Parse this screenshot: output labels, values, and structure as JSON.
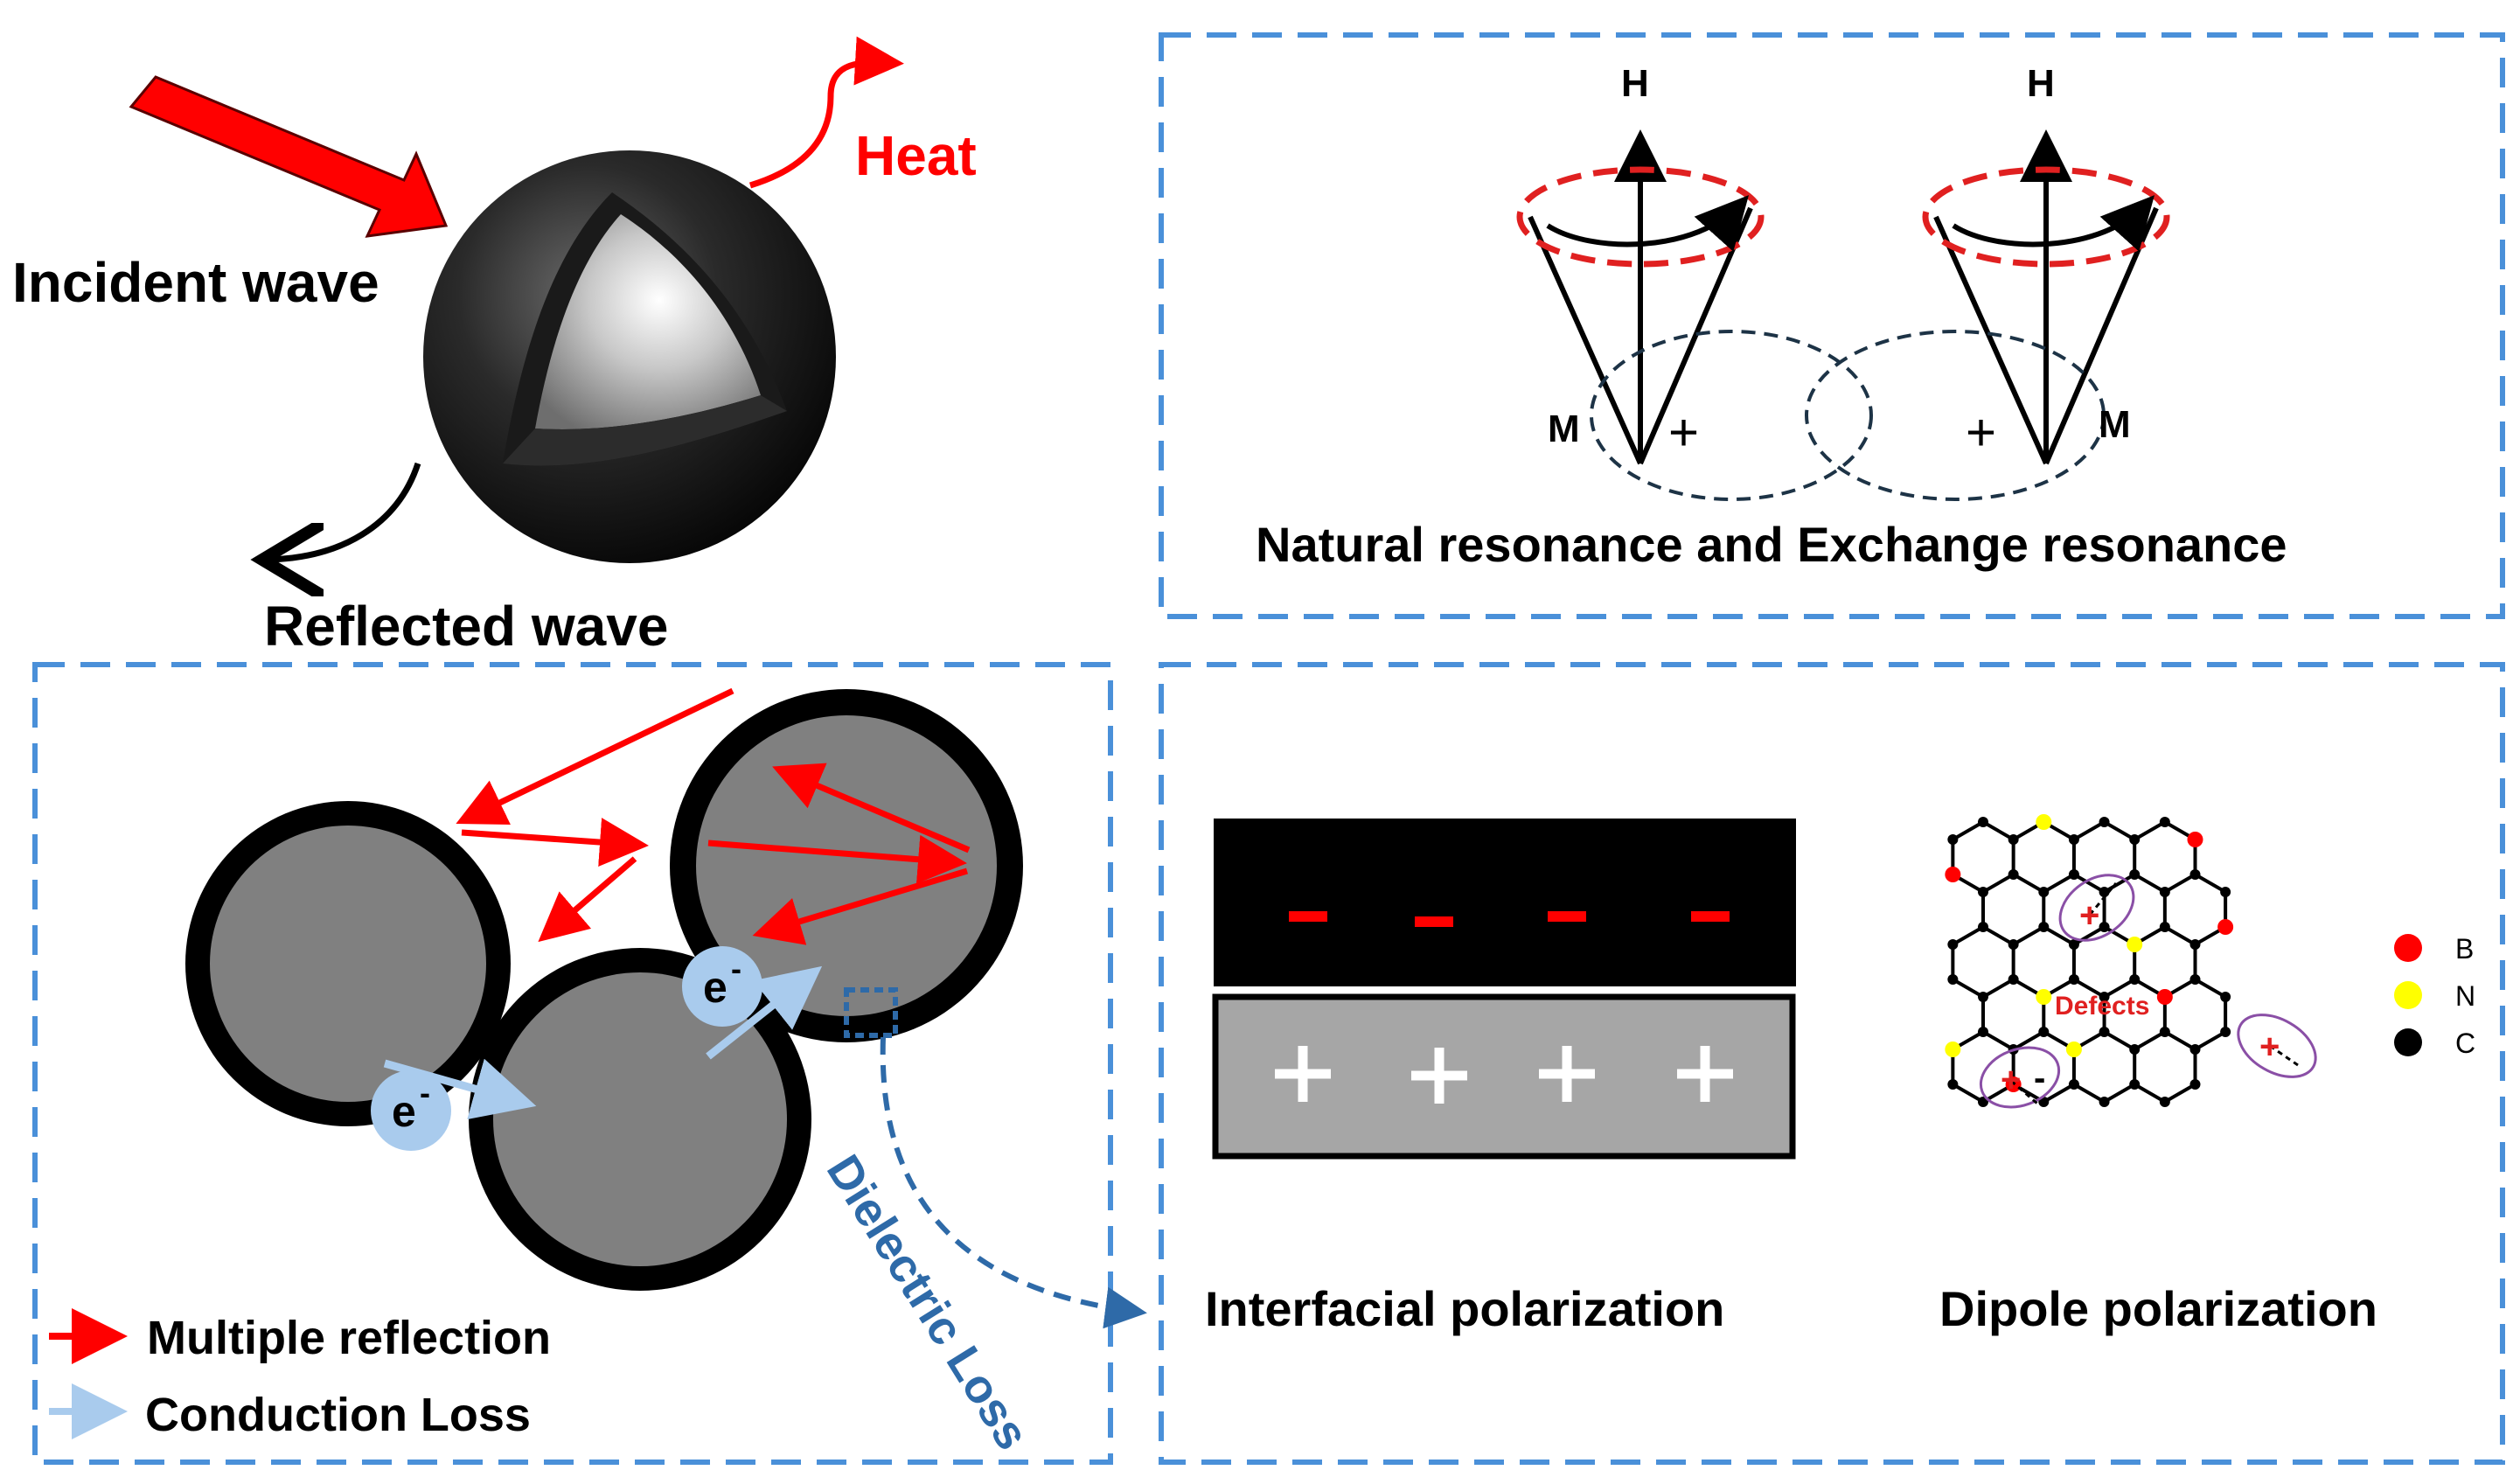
{
  "top_left": {
    "incident_label": "Incident wave",
    "reflected_label": "Reflected wave",
    "heat_label": "Heat"
  },
  "magnetic_panel": {
    "h_left": "H",
    "h_right": "H",
    "m_left": "M",
    "m_right": "M",
    "plus_left": "+",
    "plus_right": "+",
    "caption": "Natural resonance and Exchange resonance"
  },
  "particles_panel": {
    "electron_label": "e",
    "electron_superscript": "-",
    "legend": {
      "multiple_reflection": "Multiple reflection",
      "conduction_loss": "Conduction Loss"
    },
    "dielectric_label": "Dielectric Loss"
  },
  "polarization_panel": {
    "interfacial": {
      "minus_sign": "-",
      "plus_sign": "+",
      "caption": "Interfacial polarization"
    },
    "dipole": {
      "defects_label": "Defects",
      "plus_sign": "+",
      "minus_sign": "-",
      "legend": [
        {
          "label": "B",
          "color": "#ff0000"
        },
        {
          "label": "N",
          "color": "#ffff00"
        },
        {
          "label": "C",
          "color": "#000000"
        }
      ],
      "caption": "Dipole polarization"
    }
  },
  "colors": {
    "panel_border": "#4a90d9",
    "red_arrow": "#ff0000",
    "conduction_arrow": "#a9cbed",
    "dielectric_blue": "#2e6aa8",
    "particle_gray": "#808080"
  }
}
